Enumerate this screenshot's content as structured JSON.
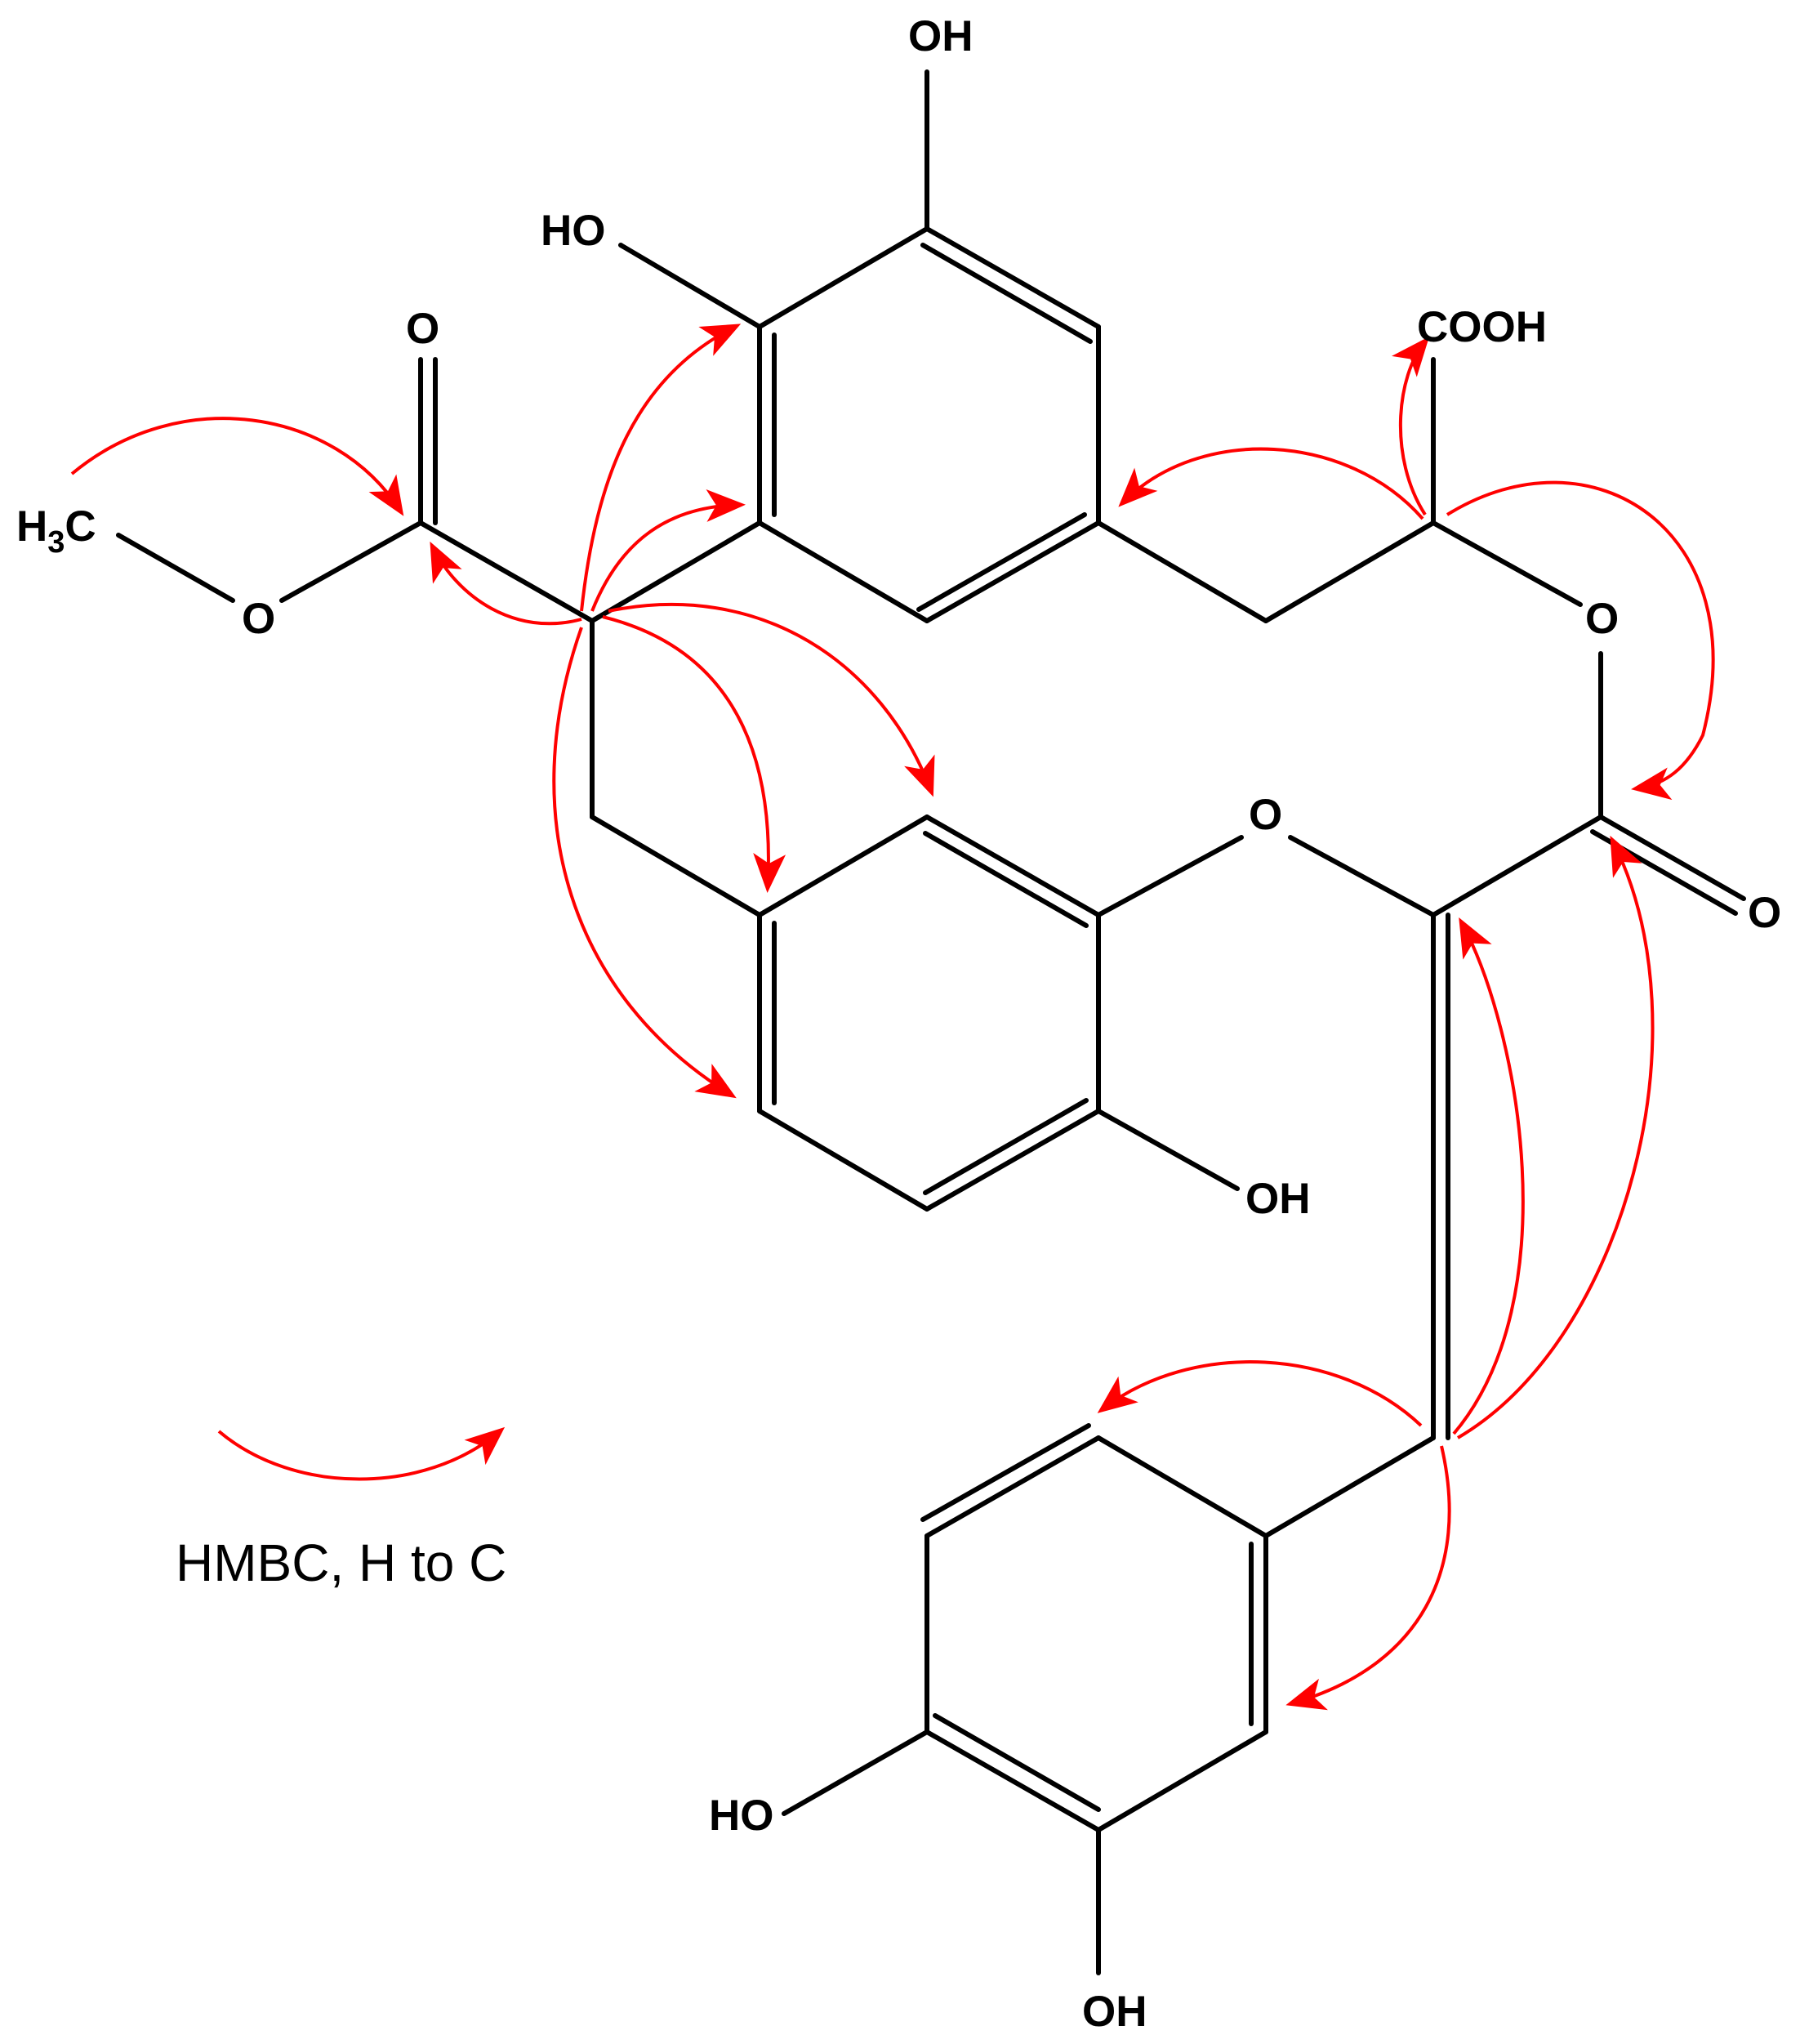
{
  "labels": {
    "oh_top": "OH",
    "ho_upper_left": "HO",
    "carbonyl_o_ester": "O",
    "cooh": "COOH",
    "h3c_h": "H",
    "h3c_sub": "3",
    "h3c_c": "C",
    "ester_o": "O",
    "ring_o_right": "O",
    "ether_o_middle": "O",
    "lactone_carbonyl_o": "O",
    "oh_middle_ring": "OH",
    "ho_bottom": "HO",
    "oh_bottom": "OH"
  },
  "legend": {
    "text": "HMBC, H to C"
  },
  "colors": {
    "bond": "#000000",
    "hmbc_arrow": "#ff0000"
  }
}
